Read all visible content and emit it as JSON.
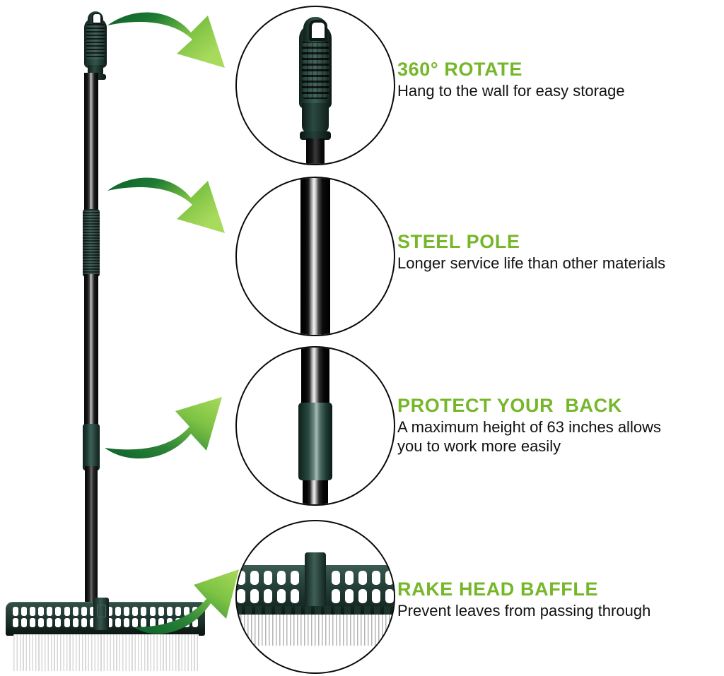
{
  "page": {
    "background_color": "#ffffff",
    "accent_green": "#76b72a",
    "text_color": "#111111",
    "product_color": "#203a33"
  },
  "product": {
    "name": "telescoping-lawn-rake-broom",
    "parts": {
      "handle": "hanging-loop-grip-handle",
      "pole": "steel-telescoping-pole",
      "grip": "textured-mid-grip",
      "joint": "height-adjust-collar",
      "head": "rake-head-with-bristles"
    }
  },
  "features": [
    {
      "id": "rotate",
      "title": "360° ROTATE",
      "description": "Hang to the wall for easy storage",
      "callout": "handle-closeup",
      "arrow": "curved-arrow-down-right"
    },
    {
      "id": "steel-pole",
      "title": "STEEL POLE",
      "description": "Longer service life than other materials",
      "callout": "steel-pole-closeup",
      "arrow": "curved-arrow-down-right"
    },
    {
      "id": "protect-back",
      "title": "PROTECT YOUR  BACK",
      "description": "A maximum height of 63 inches allows\nyou to work more easily",
      "callout": "adjust-collar-closeup",
      "arrow": "curved-arrow-up-right"
    },
    {
      "id": "rake-head-baffle",
      "title": "RAKE HEAD BAFFLE",
      "description": "Prevent leaves from passing through",
      "callout": "rake-head-closeup",
      "arrow": "curved-arrow-up-right"
    }
  ]
}
